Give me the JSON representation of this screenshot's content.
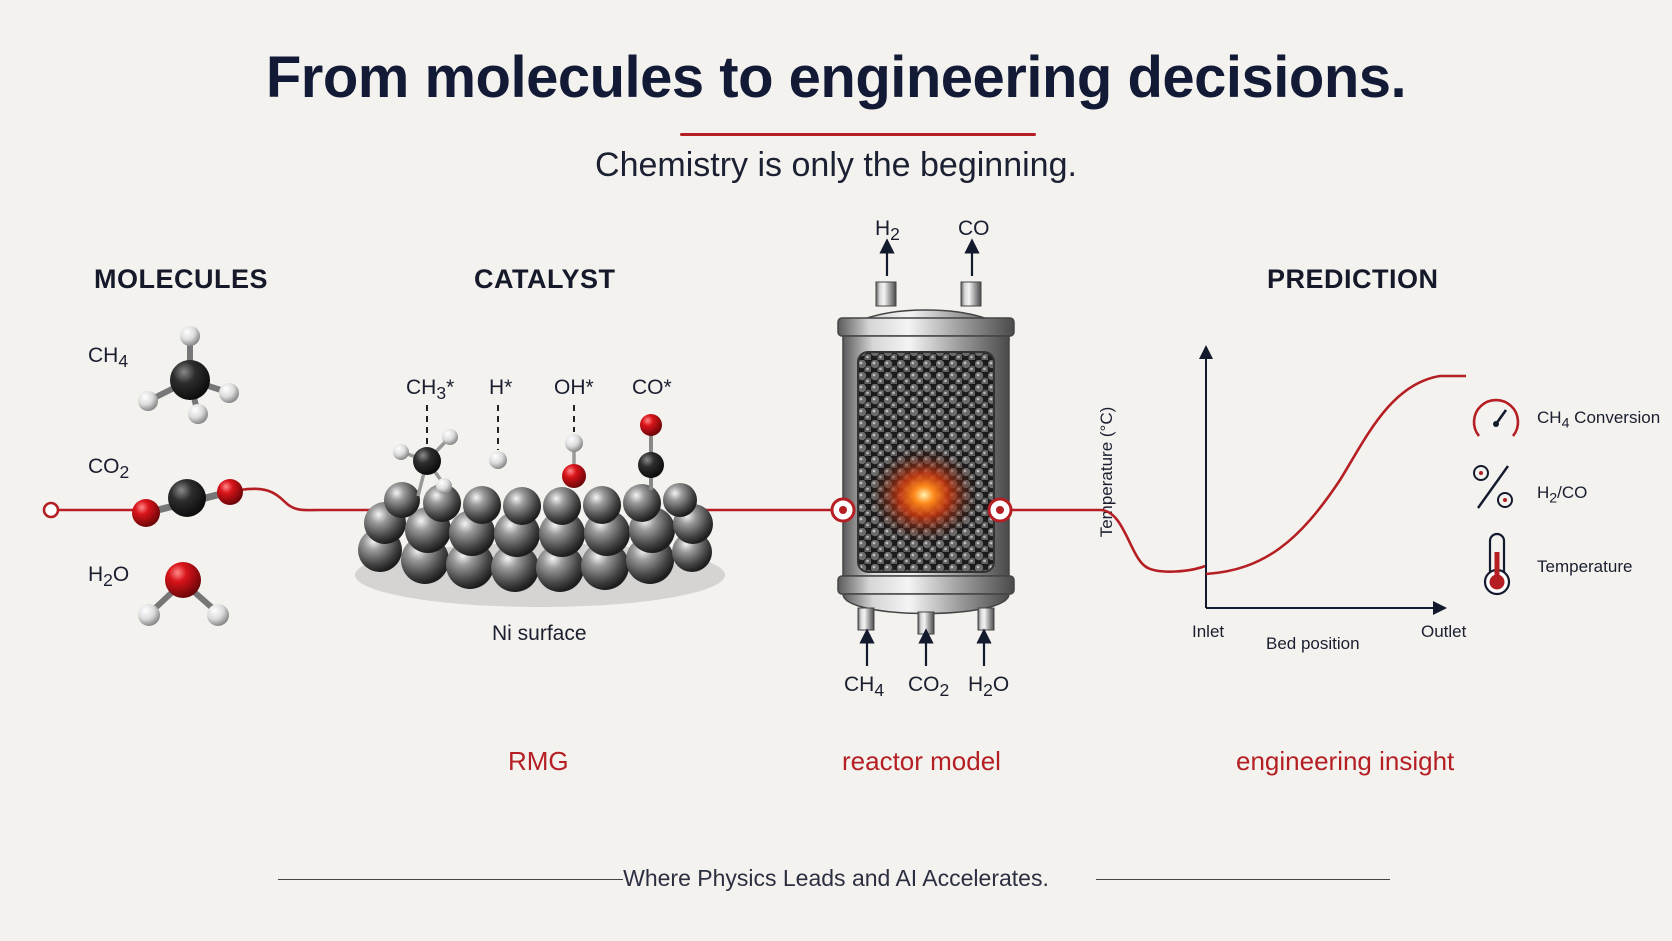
{
  "title": "From molecules to engineering decisions.",
  "subtitle": "Chemistry is only the beginning.",
  "sections": {
    "molecules": "MOLECULES",
    "catalyst": "CATALYST",
    "prediction": "PREDICTION"
  },
  "molecules": {
    "ch4": {
      "main": "CH",
      "sub": "4"
    },
    "co2": {
      "main": "CO",
      "sub": "2"
    },
    "h2o": {
      "main": "H",
      "sub": "2",
      "tail": "O"
    }
  },
  "adsorbates": {
    "ch3": {
      "main": "CH",
      "sub": "3",
      "tail": "*"
    },
    "h": "H*",
    "oh": "OH*",
    "co": "CO*"
  },
  "surface_label": "Ni surface",
  "reactor": {
    "outlets": [
      {
        "main": "H",
        "sub": "2",
        "tail": ""
      },
      {
        "main": "CO",
        "sub": "",
        "tail": ""
      }
    ],
    "inlets": [
      {
        "main": "CH",
        "sub": "4",
        "tail": ""
      },
      {
        "main": "CO",
        "sub": "2",
        "tail": ""
      },
      {
        "main": "H",
        "sub": "2",
        "tail": "O"
      }
    ]
  },
  "plot": {
    "ylabel": "Temperature (°C)",
    "xlabel": "Bed position",
    "x_start": "Inlet",
    "x_end": "Outlet"
  },
  "metrics": {
    "ch4_conversion": {
      "main": "CH",
      "sub": "4",
      "tail": " Conversion"
    },
    "h2_co": {
      "main": "H",
      "sub": "2",
      "tail": "/CO"
    },
    "temperature": "Temperature"
  },
  "stage_labels": {
    "rmg": "RMG",
    "reactor_model": "reactor model",
    "engineering_insight": "engineering insight"
  },
  "footer": "Where Physics Leads and AI Accelerates.",
  "colors": {
    "accent": "#b51f24",
    "navy": "#121a36",
    "background": "#f3f2ef"
  }
}
